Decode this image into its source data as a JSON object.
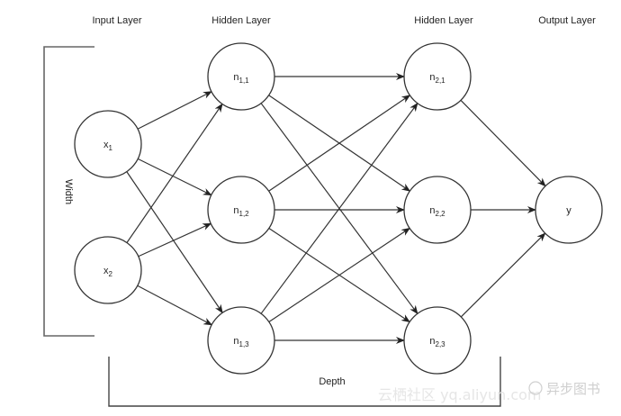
{
  "layers": [
    {
      "id": "input",
      "title": "Input Layer"
    },
    {
      "id": "hidden1",
      "title": "Hidden Layer"
    },
    {
      "id": "hidden2",
      "title": "Hidden Layer"
    },
    {
      "id": "output",
      "title": "Output Layer"
    }
  ],
  "nodes": [
    {
      "id": "x1",
      "base": "x",
      "sub": "1",
      "layer": "input"
    },
    {
      "id": "x2",
      "base": "x",
      "sub": "2",
      "layer": "input"
    },
    {
      "id": "n11",
      "base": "n",
      "sub": "1,1",
      "layer": "hidden1"
    },
    {
      "id": "n12",
      "base": "n",
      "sub": "1,2",
      "layer": "hidden1"
    },
    {
      "id": "n13",
      "base": "n",
      "sub": "1,3",
      "layer": "hidden1"
    },
    {
      "id": "n21",
      "base": "n",
      "sub": "2,1",
      "layer": "hidden2"
    },
    {
      "id": "n22",
      "base": "n",
      "sub": "2,2",
      "layer": "hidden2"
    },
    {
      "id": "n23",
      "base": "n",
      "sub": "2,3",
      "layer": "hidden2"
    },
    {
      "id": "y",
      "base": "y",
      "sub": "",
      "layer": "output"
    }
  ],
  "edges": [
    [
      "x1",
      "n11"
    ],
    [
      "x1",
      "n12"
    ],
    [
      "x1",
      "n13"
    ],
    [
      "x2",
      "n11"
    ],
    [
      "x2",
      "n12"
    ],
    [
      "x2",
      "n13"
    ],
    [
      "n11",
      "n21"
    ],
    [
      "n11",
      "n22"
    ],
    [
      "n11",
      "n23"
    ],
    [
      "n12",
      "n21"
    ],
    [
      "n12",
      "n22"
    ],
    [
      "n12",
      "n23"
    ],
    [
      "n13",
      "n21"
    ],
    [
      "n13",
      "n22"
    ],
    [
      "n13",
      "n23"
    ],
    [
      "n21",
      "y"
    ],
    [
      "n22",
      "y"
    ],
    [
      "n23",
      "y"
    ]
  ],
  "annotations": {
    "width_label": "Width",
    "depth_label": "Depth"
  },
  "watermark": {
    "site": "云栖社区 yq.aliyun.com",
    "brand": "异步图书"
  },
  "colors": {
    "stroke": "#333333",
    "bracket": "#555555",
    "text": "#222222"
  }
}
